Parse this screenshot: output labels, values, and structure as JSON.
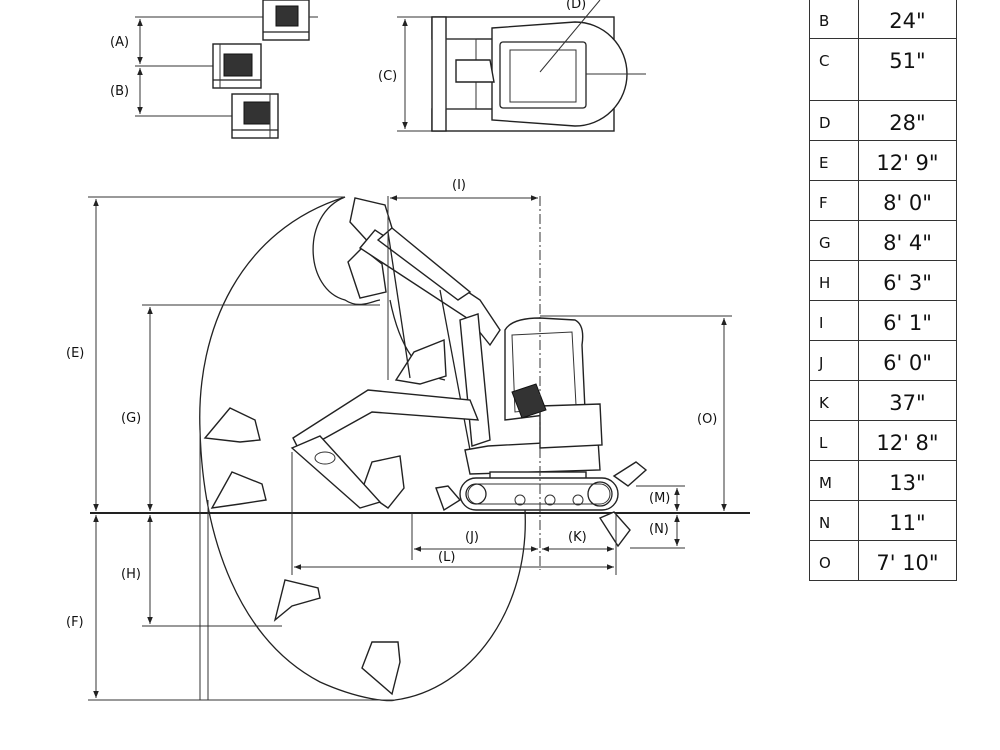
{
  "dimension_labels": {
    "A": "(A)",
    "B": "(B)",
    "C": "(C)",
    "D": "(D)",
    "E": "(E)",
    "F": "(F)",
    "G": "(G)",
    "H": "(H)",
    "I": "(I)",
    "J": "(J)",
    "K": "(K)",
    "L": "(L)",
    "M": "(M)",
    "N": "(N)",
    "O": "(O)"
  },
  "spec_table": {
    "rows": [
      {
        "key": "B",
        "value": "24\""
      },
      {
        "key": "C",
        "value": "51\""
      },
      {
        "key": "D",
        "value": "28\""
      },
      {
        "key": "E",
        "value": "12' 9\""
      },
      {
        "key": "F",
        "value": "8' 0\""
      },
      {
        "key": "G",
        "value": "8' 4\""
      },
      {
        "key": "H",
        "value": "6' 3\""
      },
      {
        "key": "I",
        "value": "6' 1\""
      },
      {
        "key": "J",
        "value": "6' 0\""
      },
      {
        "key": "K",
        "value": "37\""
      },
      {
        "key": "L",
        "value": "12' 8\""
      },
      {
        "key": "M",
        "value": "13\""
      },
      {
        "key": "N",
        "value": "11\""
      },
      {
        "key": "O",
        "value": "7' 10\""
      }
    ]
  }
}
